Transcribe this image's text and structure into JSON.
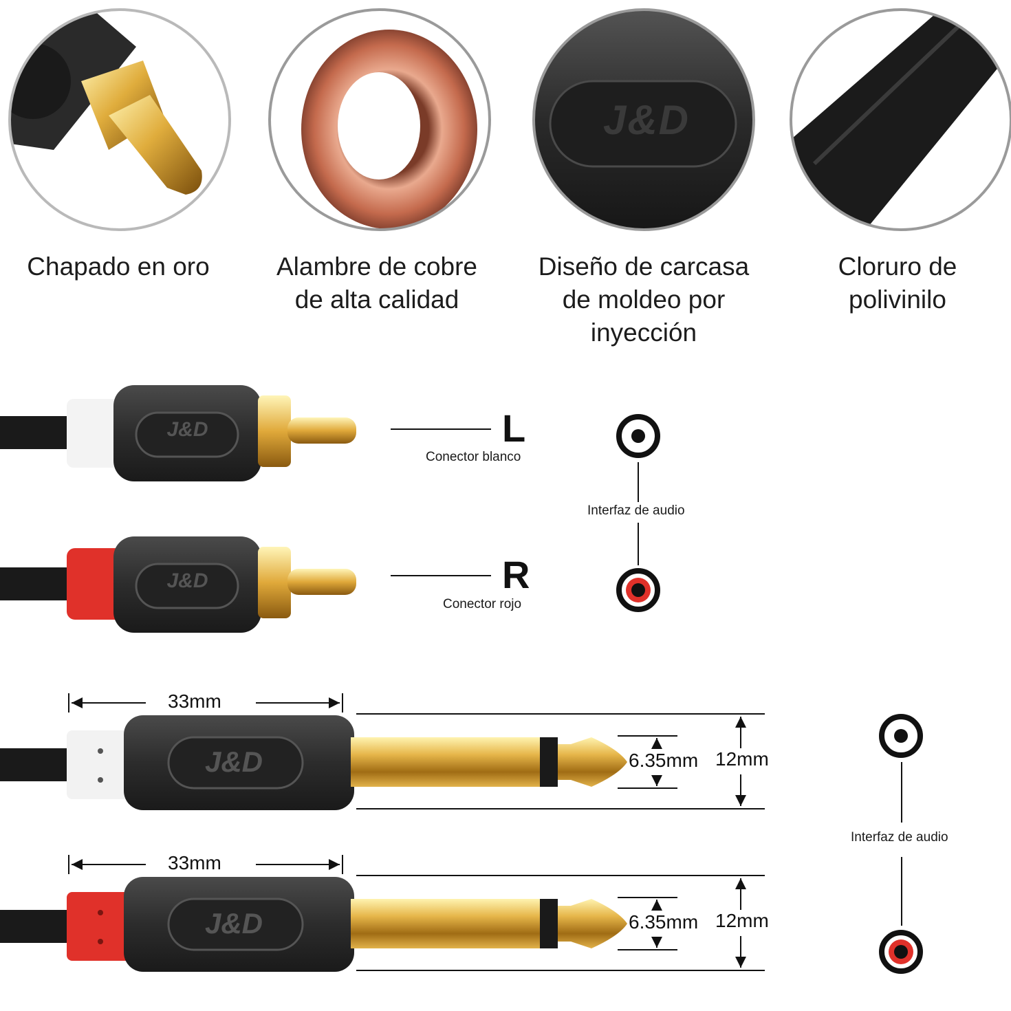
{
  "features": [
    {
      "lines": [
        "Chapado en oro"
      ]
    },
    {
      "lines": [
        "Alambre de cobre",
        "de alta calidad"
      ]
    },
    {
      "lines": [
        "Diseño de carcasa",
        "de moldeo por",
        "inyección"
      ]
    },
    {
      "lines": [
        "Cloruro de",
        "polivinilo"
      ]
    }
  ],
  "brand": "J&D",
  "rca": {
    "left_letter": "L",
    "left_label": "Conector blanco",
    "right_letter": "R",
    "right_label": "Conector rojo",
    "interface_label": "Interfaz de audio"
  },
  "plugs": {
    "length": "33mm",
    "tip_diameter": "6.35mm",
    "body_diameter": "12mm",
    "interface_label": "Interfaz de audio"
  },
  "colors": {
    "gold": "#d9a53a",
    "copper": "#c9775a",
    "black": "#2b2b2b",
    "red": "#e0312a",
    "white": "#f2f2f2"
  }
}
